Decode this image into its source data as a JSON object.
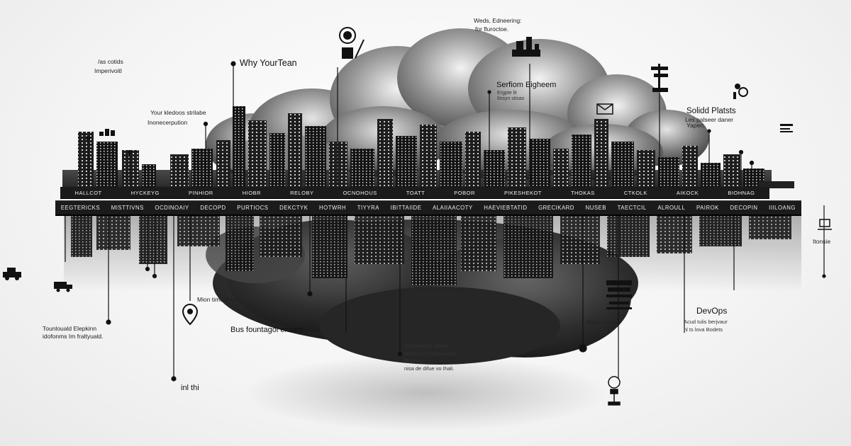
{
  "labels": {
    "as_cotids": "/as cotids",
    "imperivoitl": "Imperivoitl",
    "why_your_team": "Why YourTean",
    "webs_edneering": "Weds, Edneering:",
    "for_fluroctoe": "for fluroctoe.",
    "serfiom_eigheem": "Serfiom Eigheem",
    "serfiom_sub1": "Ergpte lit",
    "serfiom_sub2": "Ilnsyn sitsas",
    "your_kledoos": "Your kledoos strilabe",
    "inonecerpution": "Inonecerpution",
    "solidd_platsts": "Solidd Platsts",
    "solidd_sub1": "Les palseer daner",
    "solidd_sub2": "Yapen.",
    "tounlound": "Tounlouald Elepkinn",
    "idofonms": "idofonms Im fraltyuald.",
    "mion_timechee": "Mion timechee...",
    "bus_fountagol": "Bus fountagol ekaien",
    "butotreoder": "Butotreoder cernal",
    "boderd_oti": "Boderd oti hepsauong",
    "fitodom": "fftodom.",
    "nisa_de": "nisa de difue vo Ihali.",
    "inthi": "inl thi",
    "kien_kroick": "Klen kroick",
    "devops": "DevOps",
    "acud_tulls": "Acud tulis berjvaur",
    "hl_tsa": "hl ts lova Bodets",
    "itonsie": "Itonsie"
  },
  "bands": {
    "top": [
      "Hallcot",
      "Hyckeyg",
      "Pinhior",
      "Hiobr",
      "Reloby",
      "Ocnohous",
      "Toatt",
      "Pobor",
      "Pikeshekot",
      "Thokas",
      "Ctkolk",
      "Aikock",
      "Biohnag"
    ],
    "main": [
      "Eegtericks",
      "Misttivns",
      "Ocdinoaiy",
      "Decopd",
      "Purtiocs",
      "Dekctyk",
      "Hotwrh",
      "Tiyyra",
      "Ibittaiide",
      "Alaiiaacoty",
      "Haeviebtatid",
      "Grecikard",
      "Nuseb",
      "Taectcil",
      "Alroull",
      "Pairok",
      "Decopin",
      "Iiiloang"
    ]
  },
  "colors": {
    "ink": "#111111",
    "band": "#1b1b1b",
    "cloud_light": "#d9d9d9",
    "cloud_dark": "#3a3a3a",
    "background": "#f4f4f4"
  },
  "icons": [
    "gear-pen-icon",
    "factory-icon",
    "signpost-icon",
    "wrench-puzzle-icon",
    "envelope-icon",
    "location-pin-icon",
    "server-stack-icon",
    "laptop-icon",
    "vintage-car-icon",
    "truck-icon",
    "skyline-icon",
    "bulb-pin-icon"
  ]
}
